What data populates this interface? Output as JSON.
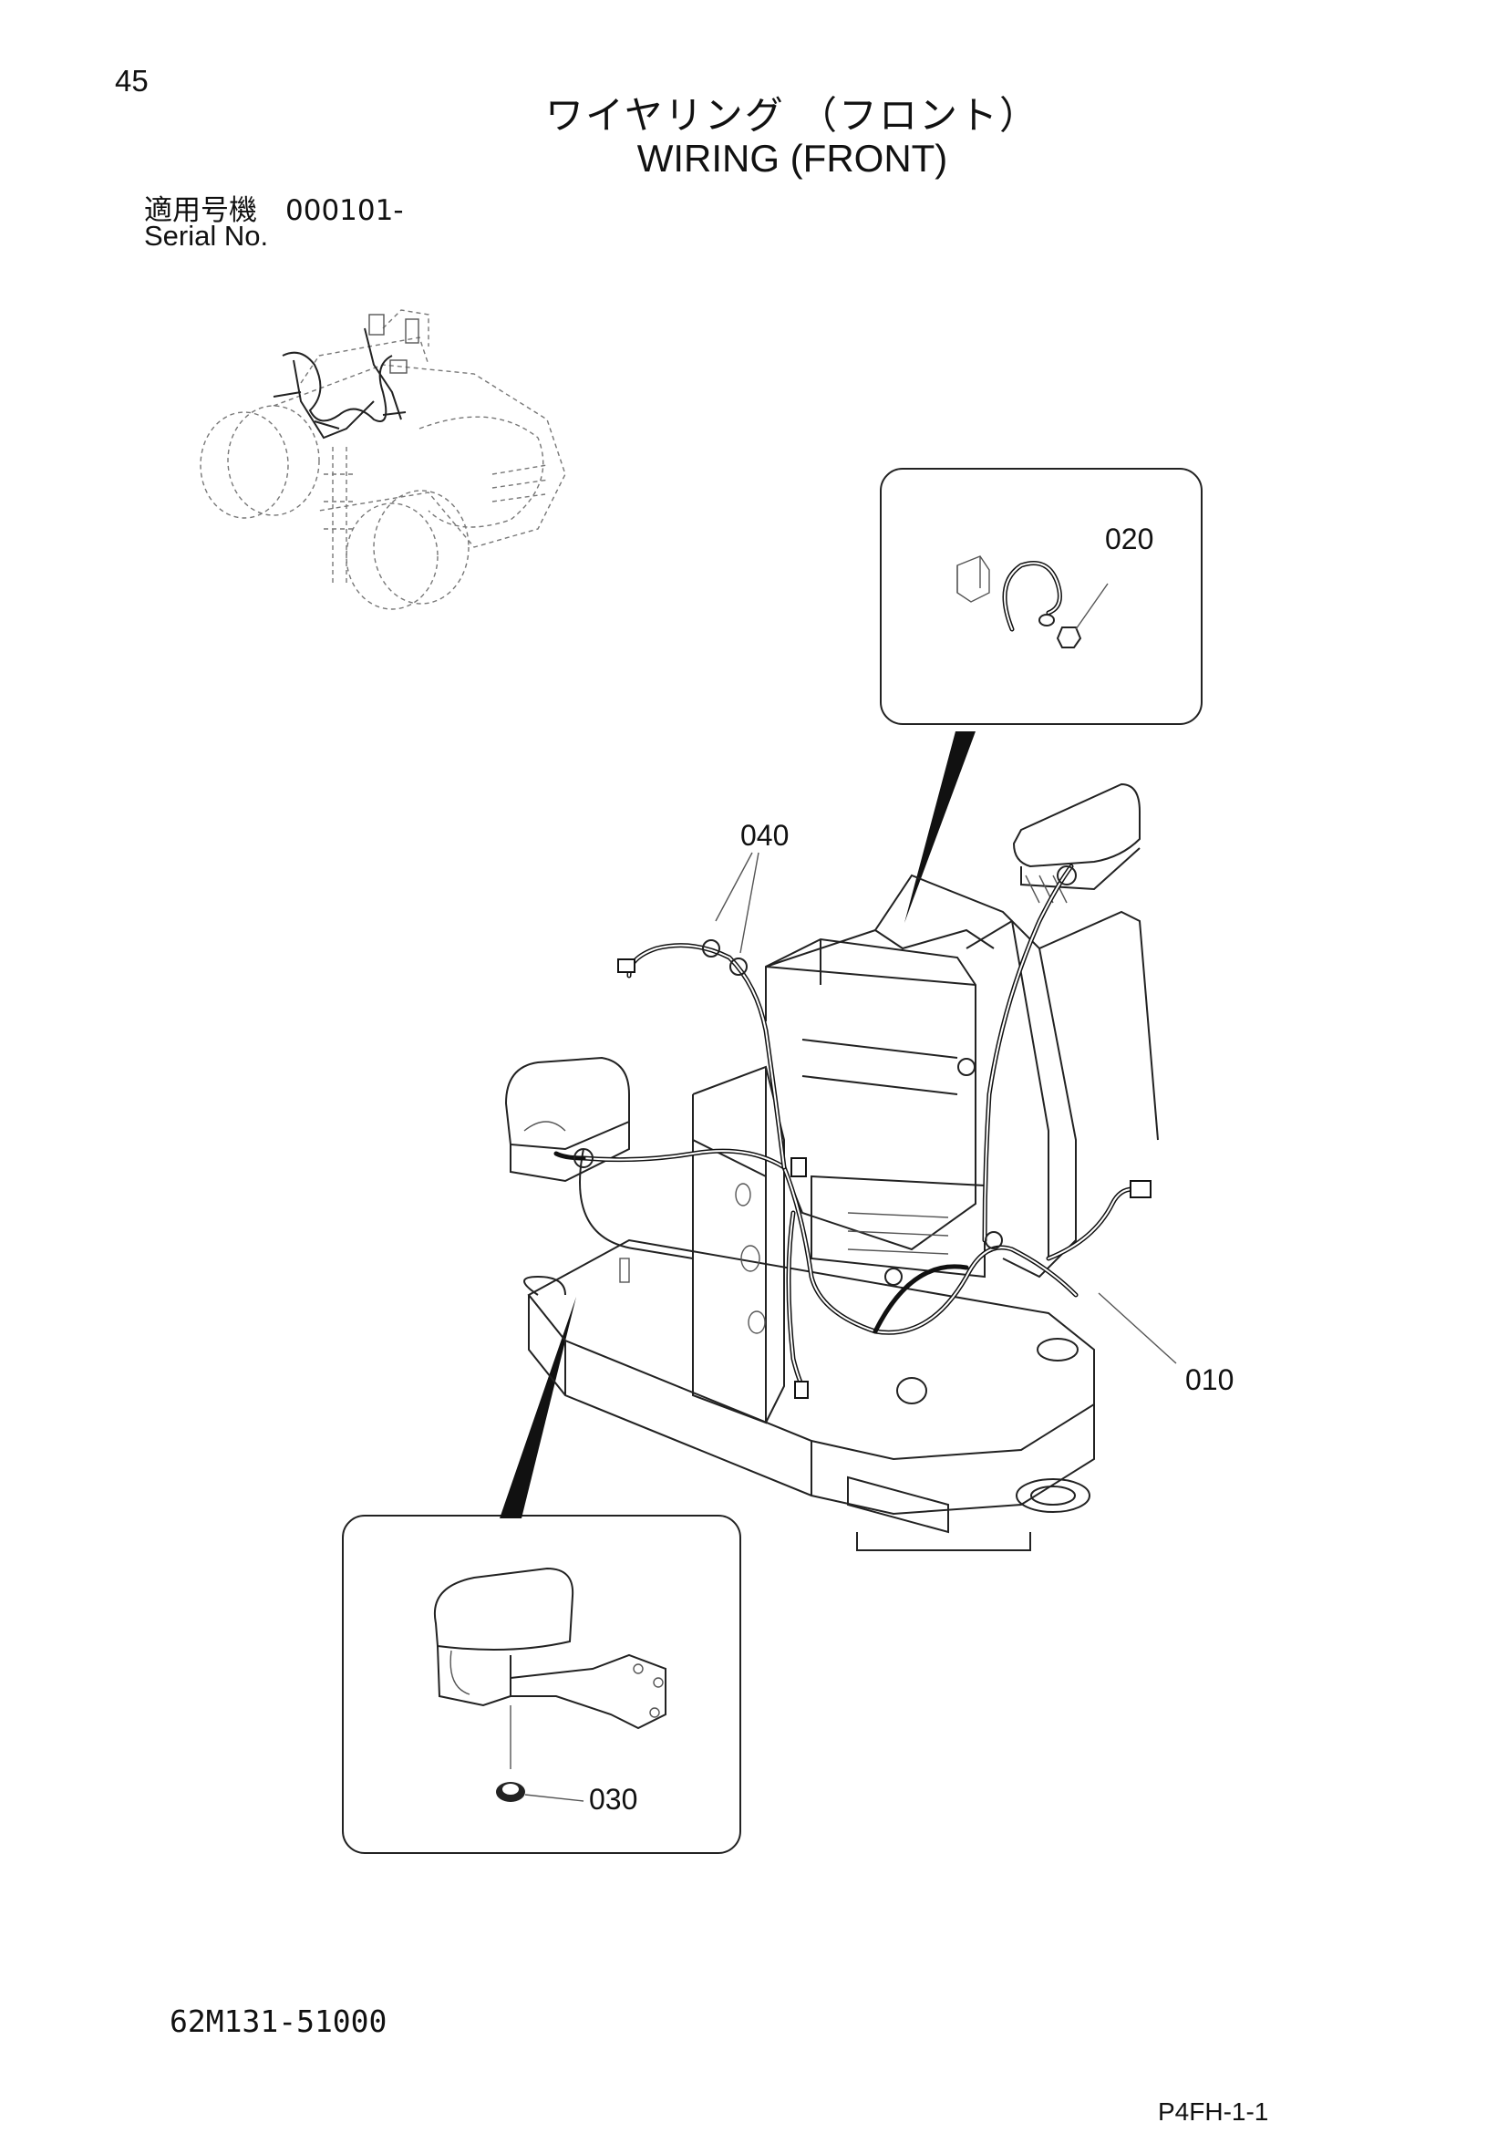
{
  "header": {
    "page_number": "45",
    "title_jp": "ワイヤリング （フロント）",
    "title_en": "WIRING (FRONT)",
    "serial_label_jp": "適用号機　000101-",
    "serial_label_en": "Serial No."
  },
  "callouts": {
    "c010": "010",
    "c020": "020",
    "c030": "030",
    "c040": "040"
  },
  "footer": {
    "doc_number": "62M131-51000",
    "page_code": "P4FH-1-1"
  }
}
